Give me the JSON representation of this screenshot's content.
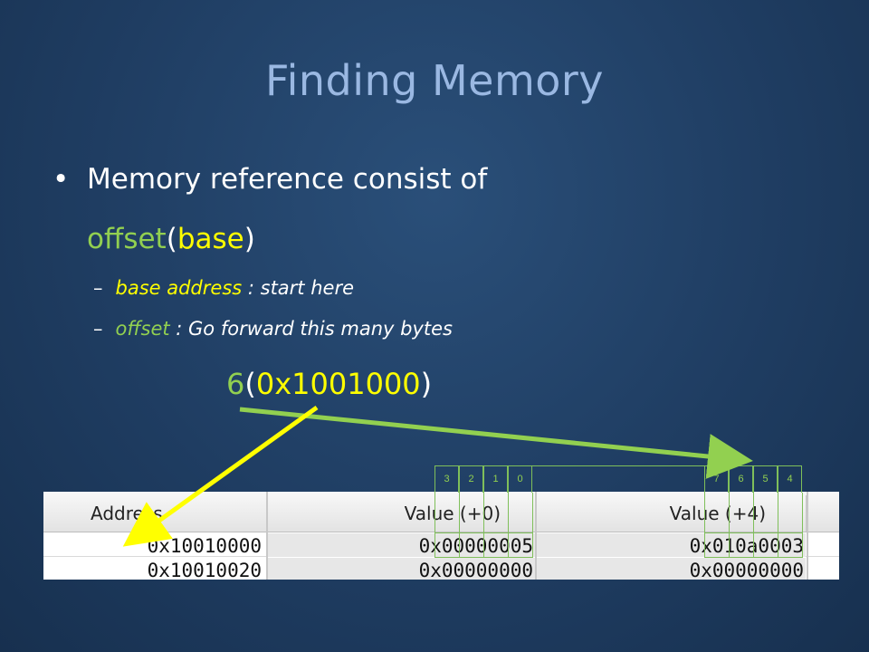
{
  "slide": {
    "title": "Finding Memory",
    "bullet": "Memory reference consist of",
    "formula": {
      "offset": "offset",
      "open": "(",
      "base": "base",
      "close": ")"
    },
    "sub1": {
      "dash": "–",
      "term": "base address",
      "desc": " : start here"
    },
    "sub2": {
      "dash": "–",
      "term": "offset",
      "desc": " : Go forward this many bytes"
    },
    "example": {
      "offset": "6",
      "open": "(",
      "base": "0x1001000",
      "close": ")"
    }
  },
  "byte_labels": {
    "left": [
      "3",
      "2",
      "1",
      "0"
    ],
    "right": [
      "7",
      "6",
      "5",
      "4"
    ]
  },
  "memory_table": {
    "headers": [
      "Address",
      "Value (+0)",
      "Value (+4)"
    ],
    "rows": [
      {
        "address": "0x10010000",
        "v0": "0x00000005",
        "v4": "0x010a0003"
      },
      {
        "address": "0x10010020",
        "v0": "0x00000000",
        "v4": "0x00000000"
      }
    ]
  },
  "colors": {
    "title": "#9ab8e2",
    "green": "#92d050",
    "yellow": "#ffff00",
    "background": "#1f3d62"
  }
}
